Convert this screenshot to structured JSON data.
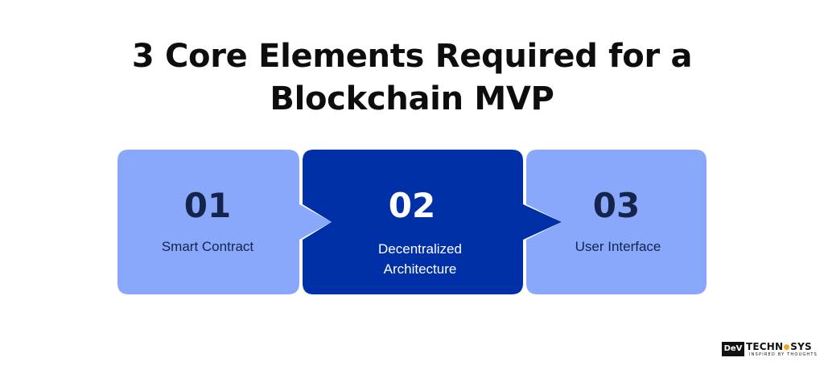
{
  "title": {
    "line1": "3 Core Elements Required for a",
    "line2": "Blockchain MVP"
  },
  "steps": [
    {
      "number": "01",
      "label_line1": "Smart Contract",
      "label_line2": ""
    },
    {
      "number": "02",
      "label_line1": "Decentralized",
      "label_line2": "Architecture"
    },
    {
      "number": "03",
      "label_line1": "User Interface",
      "label_line2": ""
    }
  ],
  "colors": {
    "light_box": "#8aa8fb",
    "dark_box": "#0030a8",
    "number_dark": "#14244a",
    "text_light": "#ffffff",
    "logo_accent": "#f2a51a"
  },
  "logo": {
    "mark": "DeV",
    "brand_part1": "TECHN",
    "brand_part2": "SYS",
    "tagline": "INSPIRED BY THOUGHTS"
  }
}
